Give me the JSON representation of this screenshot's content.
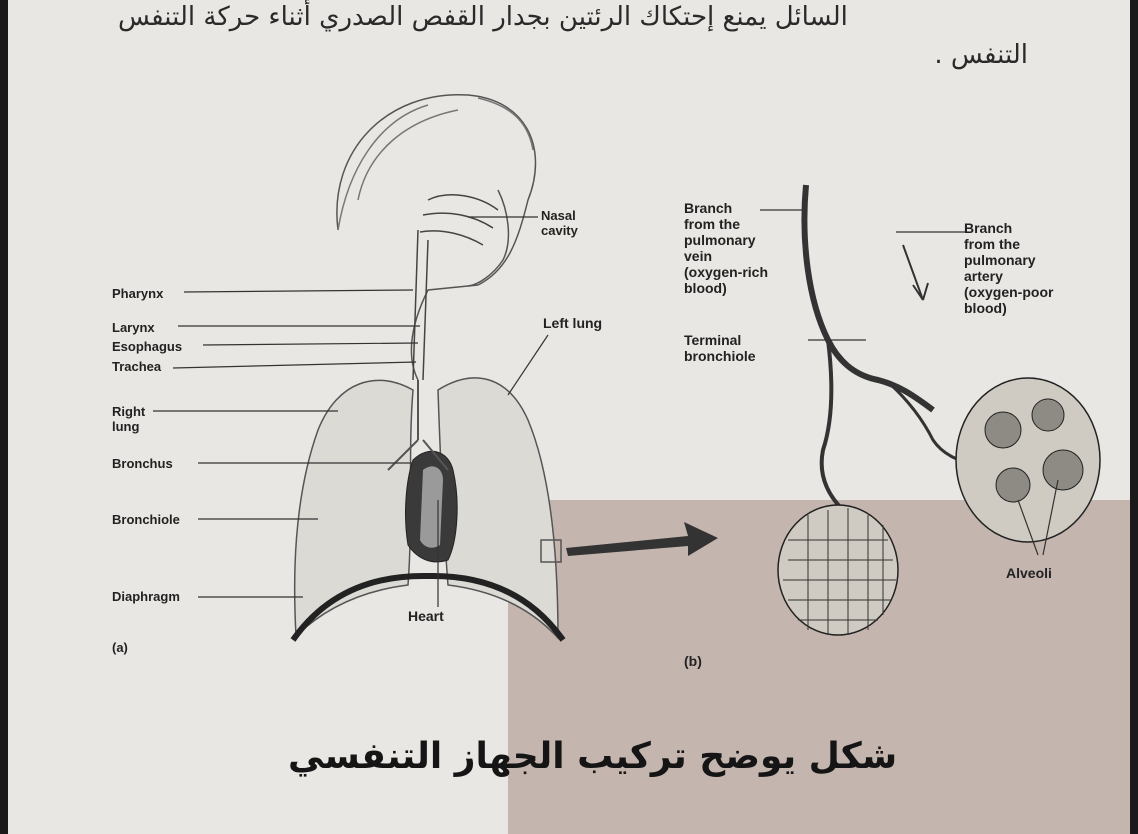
{
  "header_text": {
    "line1": "السائل يمنع إحتكاك الرئتين بجدار القفص الصدري أثناء حركة التنفس",
    "line2": "التنفس ."
  },
  "figure": {
    "part_a": {
      "label": "(a)",
      "parts": {
        "nasal_cavity": "Nasal\ncavity",
        "pharynx": "Pharynx",
        "larynx": "Larynx",
        "esophagus": "Esophagus",
        "trachea": "Trachea",
        "right_lung": "Right\nlung",
        "left_lung": "Left lung",
        "bronchus": "Bronchus",
        "bronchiole": "Bronchiole",
        "diaphragm": "Diaphragm",
        "heart": "Heart"
      }
    },
    "part_b": {
      "label": "(b)",
      "parts": {
        "branch_vein": "Branch\nfrom the\npulmonary\nvein\n(oxygen-rich\nblood)",
        "branch_artery": "Branch\nfrom the\npulmonary\nartery\n(oxygen-poor\nblood)",
        "terminal_bronchiole": "Terminal\nbronchiole",
        "alveoli": "Alveoli"
      }
    }
  },
  "caption": "شكل يوضح تركيب الجهاز التنفسي"
}
